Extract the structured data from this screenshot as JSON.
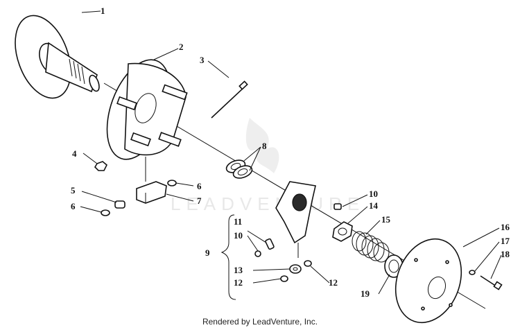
{
  "watermark": {
    "text": "LEADVENTURE"
  },
  "credit": "Rendered by LeadVenture, Inc.",
  "callouts": {
    "c1": "1",
    "c2": "2",
    "c3": "3",
    "c4": "4",
    "c5": "5",
    "c6a": "6",
    "c6b": "6",
    "c7": "7",
    "c8": "8",
    "c9": "9",
    "c10a": "10",
    "c10b": "10",
    "c11": "11",
    "c12a": "12",
    "c12b": "12",
    "c13": "13",
    "c14": "14",
    "c15": "15",
    "c16": "16",
    "c17": "17",
    "c18": "18",
    "c19": "19"
  }
}
